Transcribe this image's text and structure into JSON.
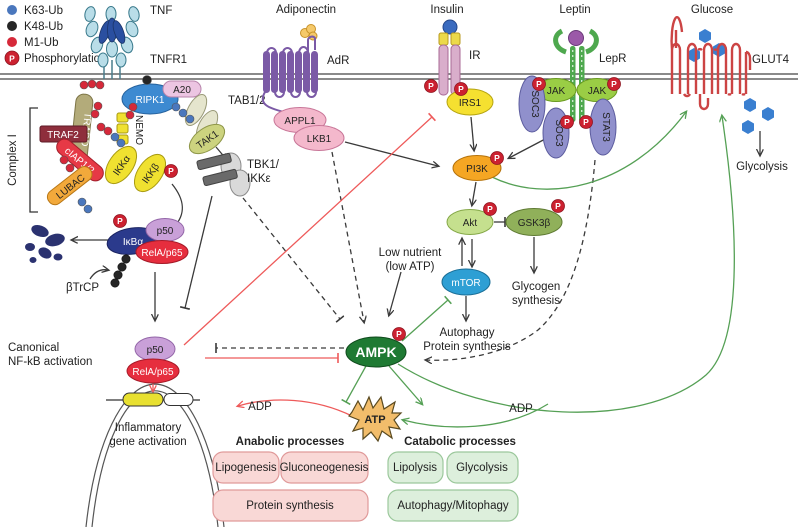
{
  "legend": {
    "items": [
      {
        "label": "K63-Ub",
        "color": "#4a77bd"
      },
      {
        "label": "K48-Ub",
        "color": "#262626"
      },
      {
        "label": "M1-Ub",
        "color": "#d6293a"
      },
      {
        "label": "Phosphorylation",
        "color": "#cc2130",
        "symbol": "P"
      }
    ]
  },
  "tnf_pathway": {
    "ligand": "TNF",
    "receptor": "TNFR1",
    "complex_label": "Complex I",
    "tradd": "TRADD",
    "ripk1": "RIPK1",
    "a20": "A20",
    "tab12": "TAB1/2",
    "tak1": "TAK1",
    "traf2": "TRAF2",
    "ciap12": "cIAP1/2",
    "lubac": "LUBAC",
    "nemo": "NEMO",
    "ikka": "IKKα",
    "ikkb": "IKKβ",
    "tbk1_line1": "TBK1/",
    "tbk1_line2": "IKKε",
    "ikba": "IκBα",
    "p50": "p50",
    "rela": "RelA/p65",
    "btrcp": "βTrCP"
  },
  "nfkb": {
    "caption_line1": "Canonical",
    "caption_line2": "NF-kB activation",
    "p50": "p50",
    "rela": "RelA/p65",
    "gene_line1": "Inflammatory",
    "gene_line2": "gene activation"
  },
  "adiponectin_pathway": {
    "ligand": "Adiponectin",
    "receptor": "AdR",
    "appl1": "APPL1",
    "lkb1": "LKB1"
  },
  "insulin_pathway": {
    "ligand": "Insulin",
    "receptor": "IR",
    "irs1": "IRS1",
    "pi3k": "PI3K"
  },
  "leptin_pathway": {
    "ligand": "Leptin",
    "receptor": "LepR",
    "jak": "JAK",
    "soc3": "SOC3",
    "stat3": "STAT3"
  },
  "glucose_pathway": {
    "ligand": "Glucose",
    "receptor": "GLUT4",
    "glycolysis": "Glycolysis"
  },
  "core": {
    "akt": "Akt",
    "gsk3b": "GSK3β",
    "mtor": "mTOR",
    "glycogen_line1": "Glycogen",
    "glycogen_line2": "synthesis",
    "low_nutrient_line1": "Low nutrient",
    "low_nutrient_line2": "(low ATP)",
    "ampk": "AMPK",
    "mtor_out_line1": "Autophagy",
    "mtor_out_line2": "Protein synthesis",
    "atp": "ATP",
    "adp_left": "ADP",
    "adp_right": "ADP",
    "phospho": "P"
  },
  "processes": {
    "anabolic_title": "Anabolic processes",
    "anabolic_items": [
      "Lipogenesis",
      "Gluconeogenesis",
      "Protein synthesis"
    ],
    "catabolic_title": "Catabolic processes",
    "catabolic_items": [
      "Lipolysis",
      "Glycolysis",
      "Autophagy/Mitophagy"
    ]
  },
  "palette": {
    "activation_green": "#55a055",
    "inhibition_red": "#ee5a5a",
    "anabolic_fill": "#f9d8d6",
    "anabolic_stroke": "#e09a9a",
    "catabolic_fill": "#ddefdc",
    "catabolic_stroke": "#9cc89c"
  }
}
